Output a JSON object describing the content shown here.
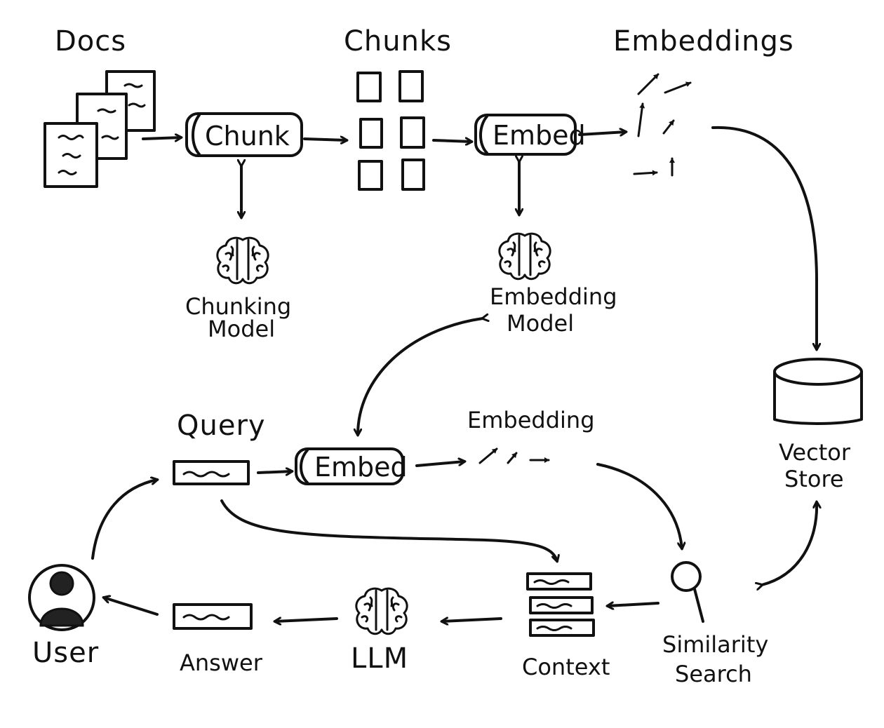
{
  "labels": {
    "docs": "Docs",
    "chunks": "Chunks",
    "embeddings": "Embeddings",
    "chunk_box": "Chunk",
    "embed_box_top": "Embed",
    "chunking_model_1": "Chunking",
    "chunking_model_2": "Model",
    "embedding_model_1": "Embedding",
    "embedding_model_2": "Model",
    "vector_store_1": "Vector",
    "vector_store_2": "Store",
    "query": "Query",
    "embed_box_bottom": "Embed",
    "embedding": "Embedding",
    "similarity_search_1": "Similarity",
    "similarity_search_2": "Search",
    "context": "Context",
    "llm": "LLM",
    "answer": "Answer",
    "user": "User"
  },
  "icons": {
    "docs": "document-stack-icon",
    "chunks": "chunk-grid-icon",
    "embeddings": "vector-arrows-icon",
    "chunking_model": "brain-icon",
    "embedding_model": "brain-icon",
    "vector_store": "database-cylinder-icon",
    "query": "text-field-icon",
    "similarity_search": "magnifier-icon",
    "context": "stacked-documents-icon",
    "llm": "brain-icon",
    "answer": "text-field-icon",
    "user": "user-avatar-icon"
  }
}
